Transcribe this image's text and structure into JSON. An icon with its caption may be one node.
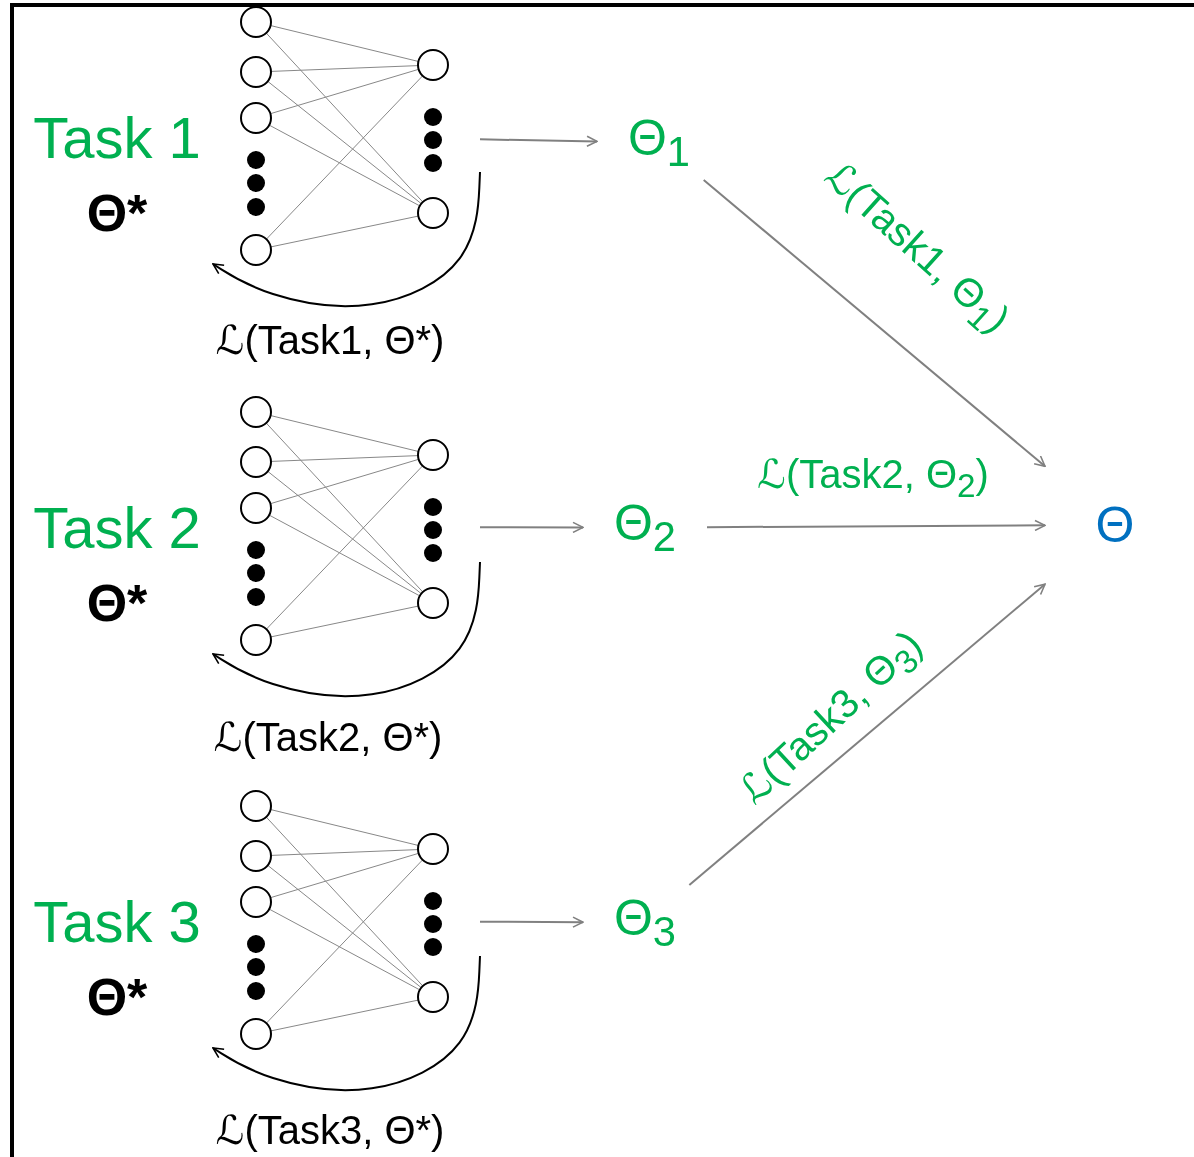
{
  "diagram": {
    "nodes": [
      {
        "text": [],
        "shape": "picture",
        "beside": [
          "Task 1",
          "Θ*"
        ]
      },
      {
        "text": [
          "Θ$_{1}$"
        ]
      },
      {
        "text": [],
        "shape": "picture",
        "beside": [
          "Task 2",
          "Θ*"
        ]
      },
      {
        "text": [
          "Θ$_{2}$"
        ]
      },
      {
        "text": [],
        "shape": "picture",
        "beside": [
          "Task 3",
          "Θ*"
        ]
      },
      {
        "text": [
          "Θ$_{3}$"
        ]
      },
      {
        "text": [
          "Θ"
        ]
      }
    ],
    "edges": [
      {
        "from": 0,
        "to": 1,
        "arrow": "to"
      },
      {
        "from": 0,
        "to": 0,
        "arrow": "to",
        "label": "ℒ(Task1, Θ*)",
        "color": "#000000"
      },
      {
        "from": 2,
        "to": 3,
        "arrow": "to"
      },
      {
        "from": 2,
        "to": 2,
        "arrow": "to",
        "label": "ℒ(Task2, Θ*)",
        "color": "#000000"
      },
      {
        "from": 4,
        "to": 5,
        "arrow": "to"
      },
      {
        "from": 4,
        "to": 4,
        "arrow": "to",
        "label": "ℒ(Task3, Θ*)",
        "color": "#000000"
      },
      {
        "from": 1,
        "to": 6,
        "arrow": "to",
        "label": "ℒ(Task1, Θ$_{1}$)"
      },
      {
        "from": 3,
        "to": 6,
        "arrow": "to",
        "label": "ℒ(Task2, Θ$_{2}$)"
      },
      {
        "from": 5,
        "to": 6,
        "arrow": "to",
        "label": "ℒ(Task3, Θ$_{3}$)"
      }
    ]
  }
}
